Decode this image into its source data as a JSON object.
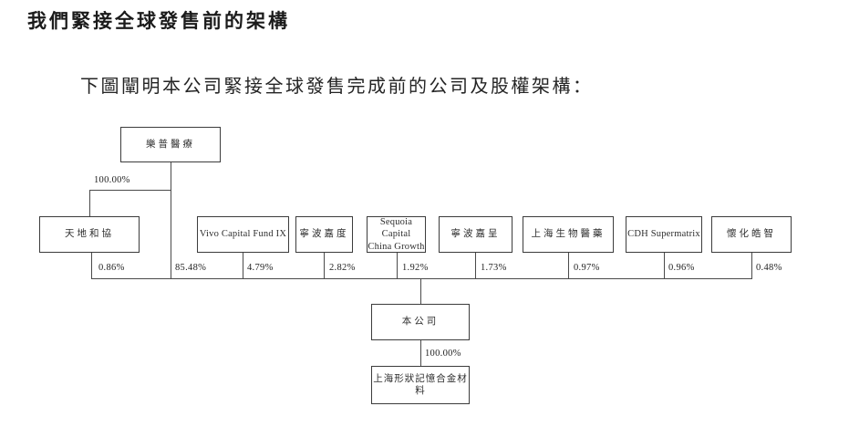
{
  "page": {
    "heading": "我們緊接全球發售前的架構",
    "intro": "下圖闡明本公司緊接全球發售完成前的公司及股權架構："
  },
  "diagram": {
    "nodes": {
      "lepu": "樂普醫療",
      "tiandi": "天地和協",
      "vivo": "Vivo Capital Fund IX",
      "jiadu": "寧波嘉度",
      "sequoia_line1": "Sequoia Capital",
      "sequoia_line2": "China Growth",
      "jiacheng": "寧波嘉呈",
      "bio": "上海生物醫藥",
      "cdh": "CDH Supermatrix",
      "huaihua": "懷化皓智",
      "company": "本公司",
      "alloy": "上海形狀記憶合金材料"
    },
    "percentages": {
      "lepu_to_tiandi": "100.00%",
      "tiandi_to_company": "0.86%",
      "lepu_to_company": "85.48%",
      "vivo_to_company": "4.79%",
      "jiadu_to_company": "2.82%",
      "sequoia_to_company": "1.92%",
      "jiacheng_to_company": "1.73%",
      "bio_to_company": "0.97%",
      "cdh_to_company": "0.96%",
      "huaihua_to_company": "0.48%",
      "company_to_alloy": "100.00%"
    },
    "colors": {
      "line": "#4a4a4a",
      "box_border": "#3c3c3c",
      "text": "#222222",
      "background": "#ffffff"
    }
  }
}
